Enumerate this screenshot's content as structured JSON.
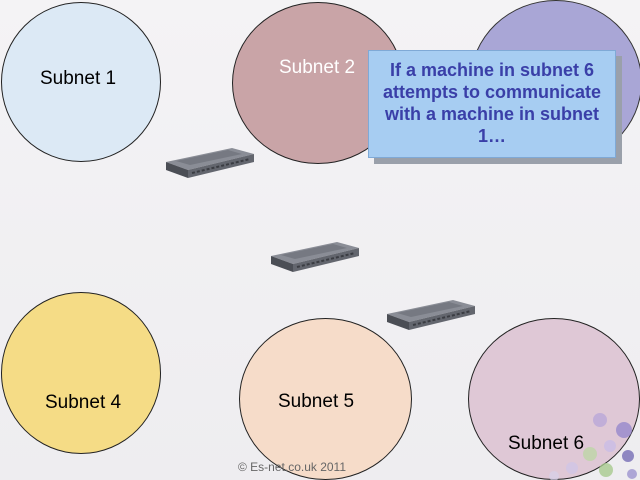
{
  "subnets": {
    "s1": {
      "label": "Subnet 1"
    },
    "s2": {
      "label": "Subnet 2"
    },
    "s3": {
      "label": ""
    },
    "s4": {
      "label": "Subnet 4"
    },
    "s5": {
      "label": "Subnet 5"
    },
    "s6": {
      "label": "Subnet 6"
    }
  },
  "callout": {
    "text": "If a machine in subnet 6 attempts to communicate with a machine in subnet 1…"
  },
  "footer": {
    "copyright": "© Es-net.co.uk 2011"
  },
  "colors": {
    "callout_text": "#3a3fa8",
    "callout_bg": "#a7cdf2",
    "router_body": "#5e6169"
  },
  "icons": {
    "router": "router-icon",
    "decoration": "bubbles-decoration"
  }
}
